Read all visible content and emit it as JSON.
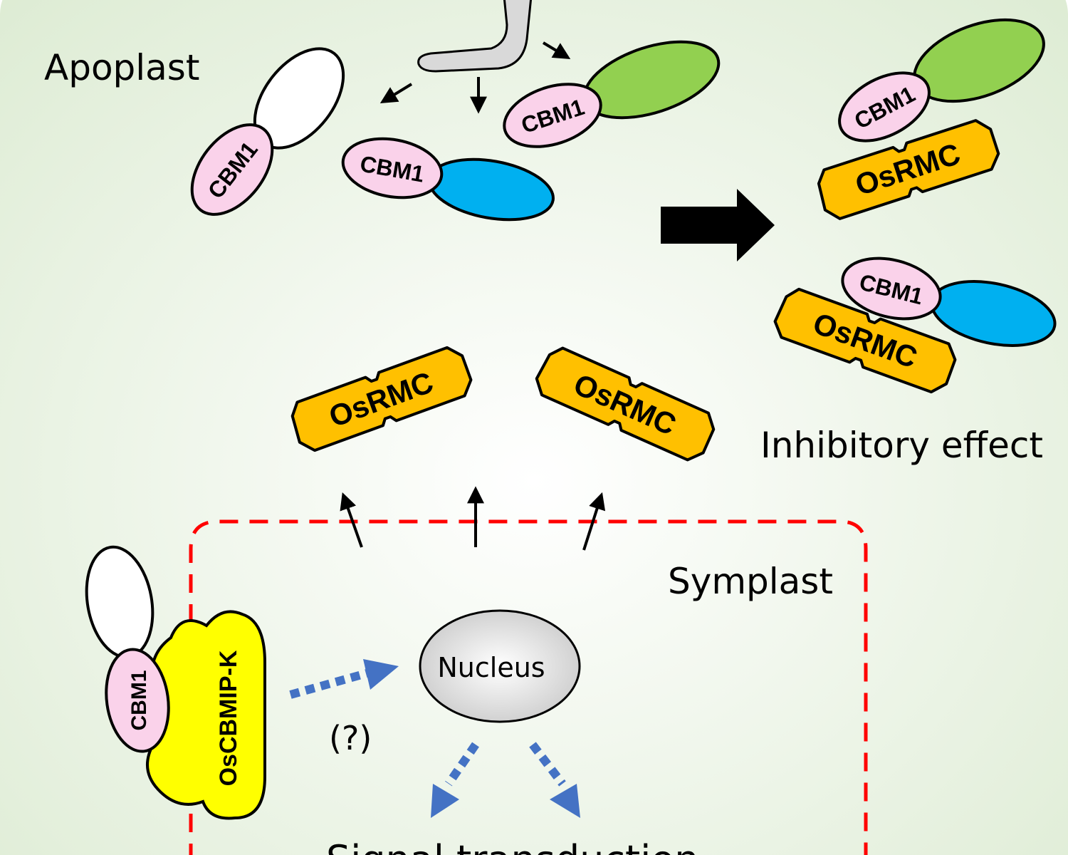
{
  "regions": {
    "apoplast": "Apoplast",
    "symplast": "Symplast"
  },
  "proteins": {
    "cbm1": "CBM1",
    "osrmc": "OsRMC",
    "oscbmip_k": "OsCBMIP-K"
  },
  "labels": {
    "inhibitory_effect": "Inhibitory effect",
    "nucleus": "Nucleus",
    "question": "(?)",
    "signal_transduction": "Signal transduction"
  },
  "colors": {
    "background": "#e8f2e0",
    "cbm1_pink": "#fad2ea",
    "white_domain": "#ffffff",
    "blue_domain": "#00b0f0",
    "green_domain": "#92d050",
    "osrmc_orange": "#ffc000",
    "oscbmip_yellow": "#ffff00",
    "nucleus_gray": "#d9d9d9",
    "hypha_gray": "#d9d9d9",
    "symplast_border_red": "#ff0000",
    "signal_arrow_blue": "#4472c4"
  }
}
